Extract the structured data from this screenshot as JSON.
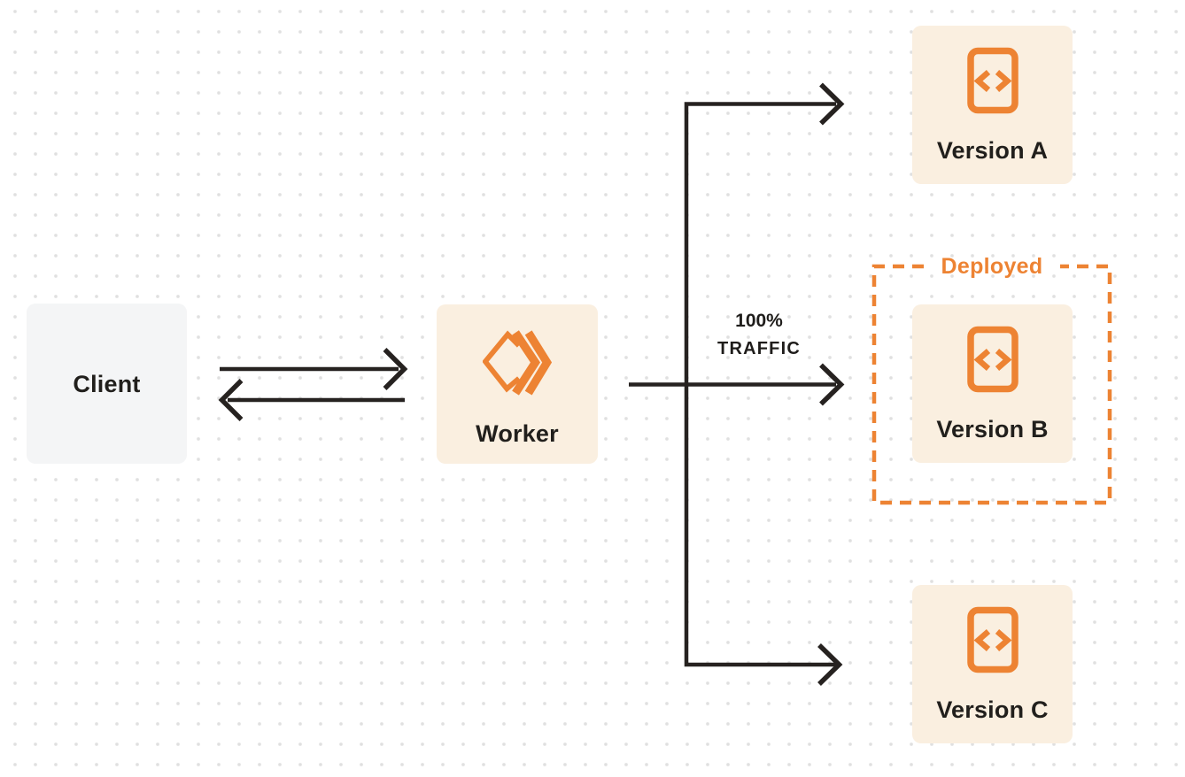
{
  "diagram": {
    "client": {
      "label": "Client"
    },
    "worker": {
      "label": "Worker"
    },
    "versions": {
      "a": {
        "label": "Version A"
      },
      "b": {
        "label": "Version B"
      },
      "c": {
        "label": "Version C"
      }
    },
    "traffic_label": {
      "line1": "100%",
      "line2": "TRAFFIC"
    },
    "deployed_badge": {
      "label": "Deployed"
    },
    "icons": {
      "worker": "workers-double-chevron-icon",
      "version": "code-document-icon"
    },
    "colors": {
      "accent_orange": "#ED8333",
      "node_cream": "#FAEFE0",
      "client_gray": "#F4F5F6",
      "connector_dark": "#262220",
      "dot_grid": "#E0E0E0",
      "label_dark": "#211F1C"
    }
  }
}
